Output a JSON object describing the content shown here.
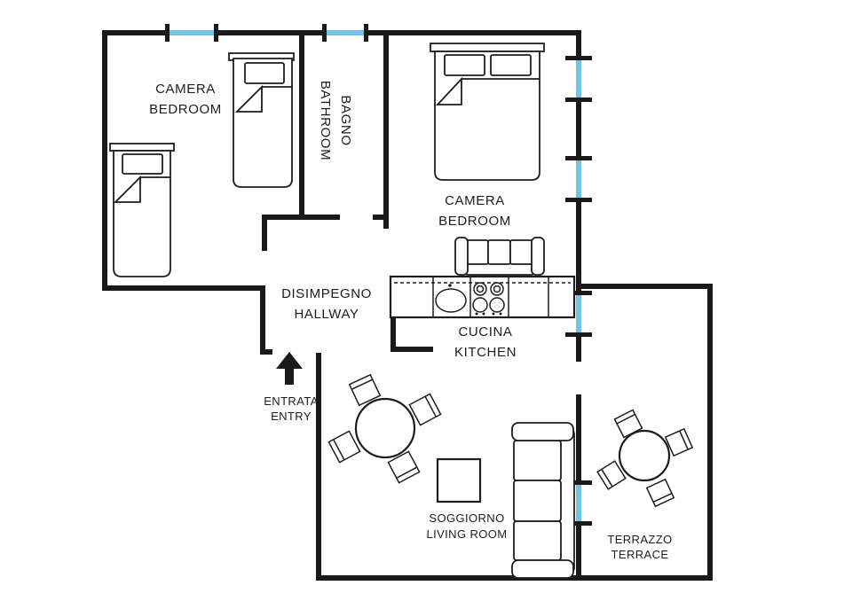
{
  "colors": {
    "background": "#ffffff",
    "wall": "#1a1a1a",
    "furniture_line": "#1d1d1b",
    "window_glass": "#70c5e3",
    "text": "#1d1d1b"
  },
  "rooms": {
    "bedroom1": {
      "it": "CAMERA",
      "en": "BEDROOM"
    },
    "bathroom": {
      "it": "BAGNO",
      "en": "BATHROOM"
    },
    "bedroom2": {
      "it": "CAMERA",
      "en": "BEDROOM"
    },
    "hallway": {
      "it": "DISIMPEGNO",
      "en": "HALLWAY"
    },
    "kitchen": {
      "it": "CUCINA",
      "en": "KITCHEN"
    },
    "entry": {
      "it": "ENTRATA",
      "en": "ENTRY"
    },
    "living_room": {
      "it": "SOGGIORNO",
      "en": "LIVING ROOM"
    },
    "terrace": {
      "it": "TERRAZZO",
      "en": "TERRACE"
    }
  },
  "openings": {
    "windows": 4,
    "glazed_doors": 2,
    "entry_arrow_direction": "up"
  },
  "furniture": [
    "single-bed",
    "single-bed",
    "double-bed",
    "bench-sofa",
    "kitchen-counter",
    "kitchen-sink",
    "kitchen-stove",
    "sofa",
    "coffee-table",
    "dining-table-with-4-chairs",
    "terrace-table-with-4-chairs"
  ]
}
